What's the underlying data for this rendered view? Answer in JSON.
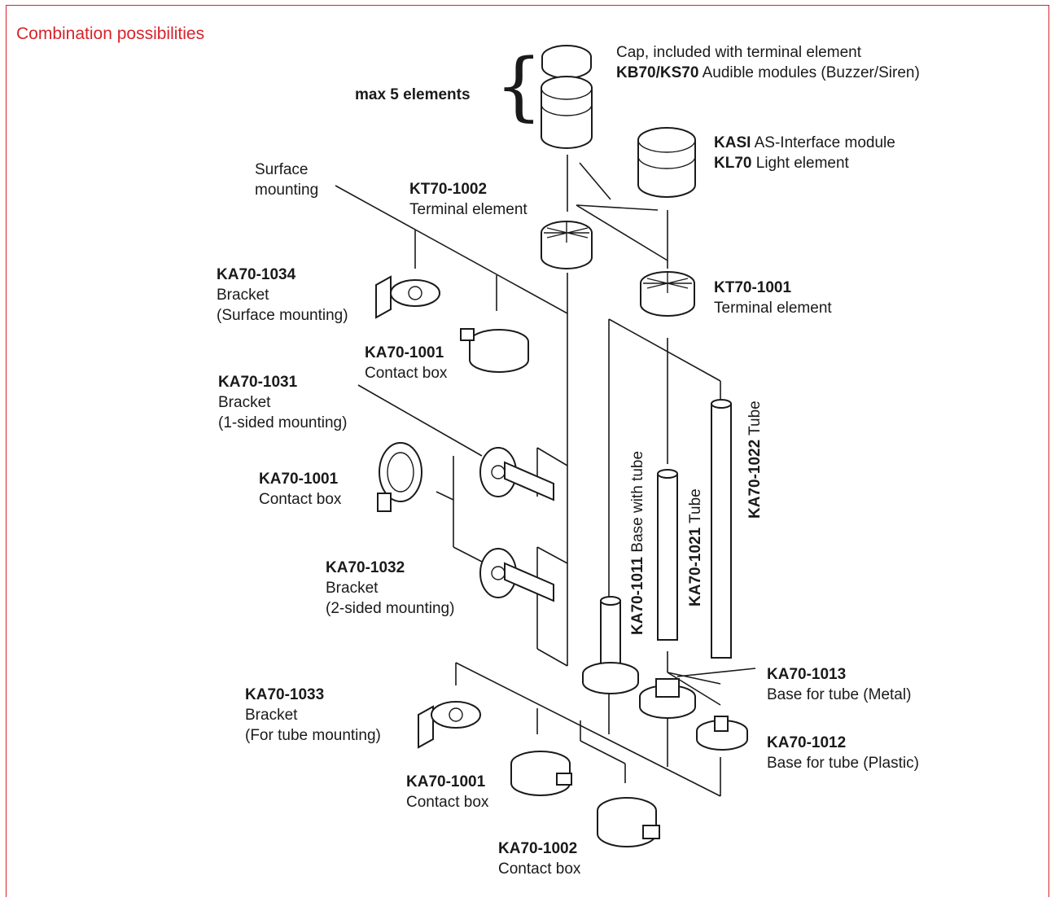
{
  "title": "Combination possibilities",
  "colors": {
    "accent": "#d8232a",
    "ink": "#1a1a1a"
  },
  "labels": {
    "max_elements": "max 5 elements",
    "cap_line1": "Cap, included with terminal element",
    "cap_line2_code": "KB70/KS70",
    "cap_line2_text": " Audible modules (Buzzer/Siren)",
    "kasi_code": "KASI",
    "kasi_text": " AS-Interface module",
    "kl70_code": "KL70",
    "kl70_text": " Light element",
    "surface_1": "Surface",
    "surface_2": "mounting",
    "kt1002_code": "KT70-1002",
    "kt1002_text": "Terminal element",
    "kt1001_code": "KT70-1001",
    "kt1001_text": "Terminal element",
    "ka1034_code": "KA70-1034",
    "ka1034_l1": "Bracket",
    "ka1034_l2": "(Surface mounting)",
    "ka1001a_code": "KA70-1001",
    "ka1001a_text": "Contact box",
    "ka1031_code": "KA70-1031",
    "ka1031_l1": "Bracket",
    "ka1031_l2": "(1-sided mounting)",
    "ka1001b_code": "KA70-1001",
    "ka1001b_text": "Contact box",
    "ka1032_code": "KA70-1032",
    "ka1032_l1": "Bracket",
    "ka1032_l2": "(2-sided mounting)",
    "ka1033_code": "KA70-1033",
    "ka1033_l1": "Bracket",
    "ka1033_l2": "(For tube mounting)",
    "ka1001c_code": "KA70-1001",
    "ka1001c_text": "Contact box",
    "ka1002_code": "KA70-1002",
    "ka1002_text": "Contact box",
    "ka1013_code": "KA70-1013",
    "ka1013_text": "Base for tube (Metal)",
    "ka1012_code": "KA70-1012",
    "ka1012_text": "Base for tube (Plastic)",
    "ka1011_code": "KA70-1011",
    "ka1011_text": " Base with tube",
    "ka1021_code": "KA70-1021",
    "ka1021_text": " Tube",
    "ka1022_code": "KA70-1022",
    "ka1022_text": " Tube"
  }
}
